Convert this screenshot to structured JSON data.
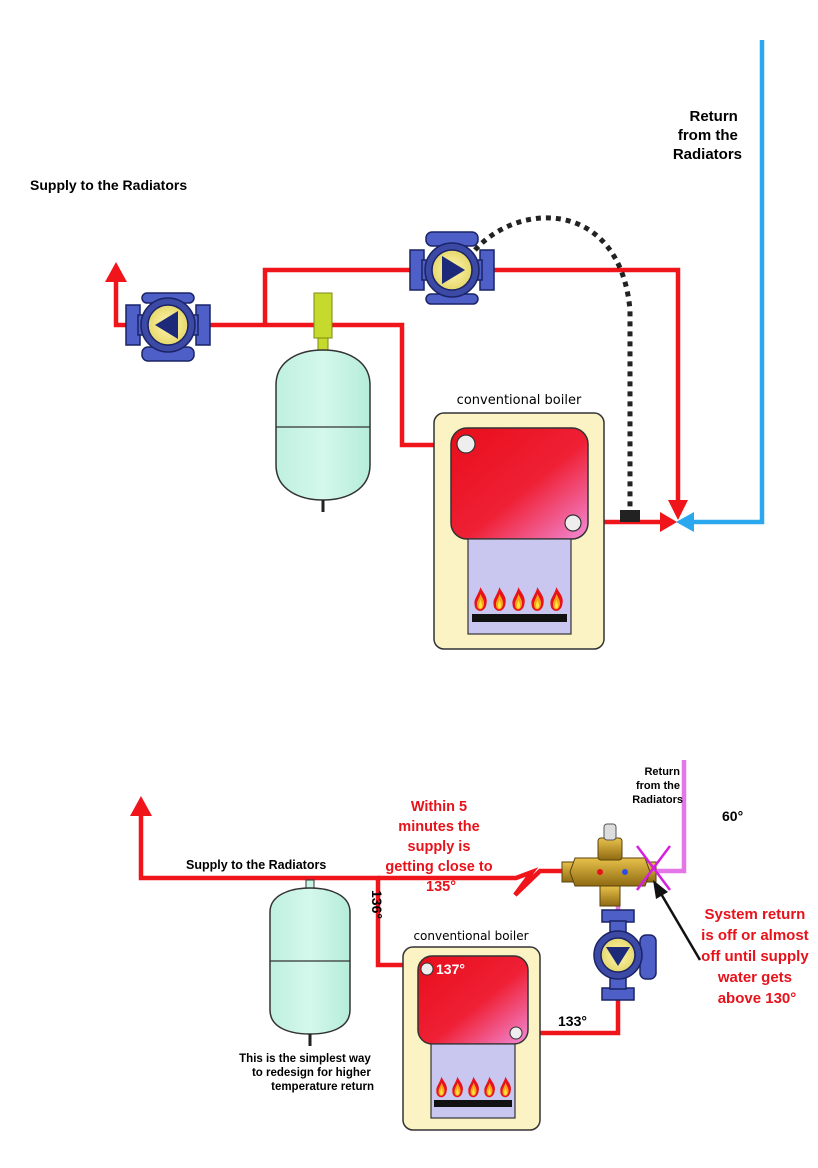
{
  "top": {
    "return_label": [
      "Return",
      "from the",
      "Radiators"
    ],
    "supply_label": "Supply to the Radiators",
    "boiler_label": "conventional  boiler"
  },
  "bottom": {
    "return_label": [
      "Return",
      "from the",
      "Radiators"
    ],
    "return_temp": "60°",
    "supply_label": "Supply to the Radiators",
    "within_note": [
      "Within 5",
      "minutes the",
      "supply is",
      "getting close to",
      "135°"
    ],
    "supply_temp_vertical": "136°",
    "boiler_label": "conventional  boiler",
    "boiler_supply_temp": "137°",
    "boiler_return_temp": "133°",
    "system_note": [
      "System return",
      "is off or almost",
      "off until supply",
      "water gets",
      "above 130°"
    ],
    "simple_note": [
      "This is the simplest way",
      "to redesign for higher",
      "temperature return"
    ]
  },
  "colors": {
    "supply_pipe": "#f0141b",
    "return_pipe": "#2ba7ee",
    "mixed_pipe": "#e377e8",
    "expansion_tank": "#c9f5e6",
    "boiler_case": "#fbf3c3",
    "boiler_vessel": "#e8121b",
    "firebox": "#c9c6ef",
    "pump_body": "#4f5fc8",
    "valve_brass": "#b78d1f",
    "cross_mark": "#d51fe0"
  },
  "icons": [
    "circulator-pump-icon",
    "expansion-tank-icon",
    "boiler-icon",
    "burner-flame-icon",
    "mixing-valve-icon",
    "arrow-icon",
    "cross-mark-icon"
  ]
}
